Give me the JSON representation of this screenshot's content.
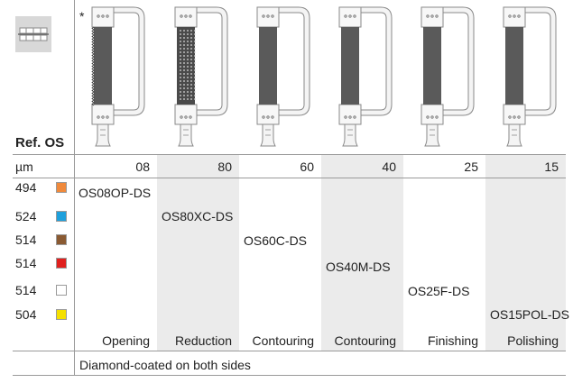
{
  "header": {
    "ref_label": "Ref. OS",
    "asterisk": "*",
    "um_label": "µm"
  },
  "columns": [
    {
      "grit": "08",
      "ref": "OS08OP-DS",
      "use": "Opening",
      "perforated": false,
      "serrated": true
    },
    {
      "grit": "80",
      "ref": "OS80XC-DS",
      "use": "Reduction",
      "perforated": true,
      "serrated": false
    },
    {
      "grit": "60",
      "ref": "OS60C-DS",
      "use": "Contouring",
      "perforated": false,
      "serrated": false
    },
    {
      "grit": "40",
      "ref": "OS40M-DS",
      "use": "Contouring",
      "perforated": false,
      "serrated": false
    },
    {
      "grit": "25",
      "ref": "OS25F-DS",
      "use": "Finishing",
      "perforated": false,
      "serrated": false
    },
    {
      "grit": "15",
      "ref": "OS15POL-DS",
      "use": "Polishing",
      "perforated": false,
      "serrated": false
    }
  ],
  "rows": [
    {
      "code": "494",
      "color": "#f08a3c"
    },
    {
      "code": "524",
      "color": "#1ea0dc"
    },
    {
      "code": "514",
      "color": "#8a5a32"
    },
    {
      "code": "514",
      "color": "#e0201e"
    },
    {
      "code": "514",
      "color": "#ffffff"
    },
    {
      "code": "504",
      "color": "#f5e000"
    }
  ],
  "footer": {
    "note": "Diamond-coated on both sides"
  },
  "icons": {
    "thumbnail": "braces-teeth-icon",
    "strip": "strip-holder-icon"
  }
}
